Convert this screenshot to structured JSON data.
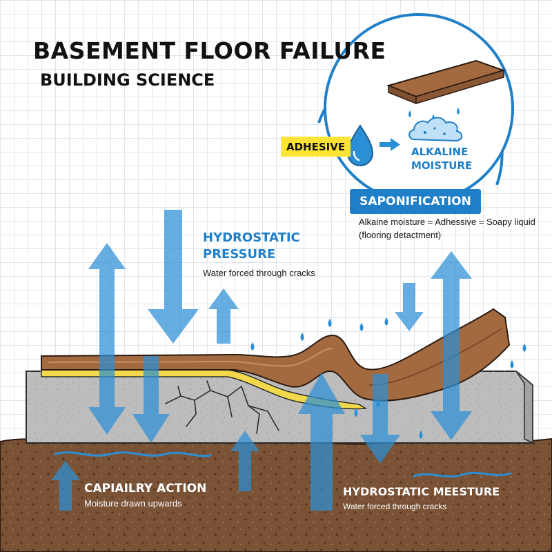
{
  "title": "BASEMENT FLOOR FAILURE",
  "subtitle": "BUILDING SCIENCE",
  "hydrostatic_pressure": {
    "title_line1": "HYDROSTATIC",
    "title_line2": "PRESSURE",
    "note": "Water forced through cracks"
  },
  "inset": {
    "adhesive_label": "ADHESIVE",
    "alkaline_line1": "ALKALINE",
    "alkaline_line2": "MOISTURE",
    "saponification_label": "SAPONIFICATION",
    "note_line1": "Alkaine moisture = Adhessive = Soapy liquid",
    "note_line2": "(flooring detactment)"
  },
  "capillary_action": {
    "title": "CAPIAILRY ACTION",
    "note": "Moisture drawn upwards"
  },
  "hydrostatic_moisture": {
    "title": "HYDROSTATIC MEESTURE",
    "note": "Water forced through cracks"
  },
  "colors": {
    "water_blue": "#1f7fc8",
    "arrow_blue": "#2b8fd6",
    "soil_brown": "#7a5236",
    "concrete_gray": "#b9b9b9",
    "wood_brown": "#a36a40",
    "adhesive_yellow": "#f2d84a",
    "tag_yellow": "#ffe436"
  },
  "icons": [
    "water-drop-icon",
    "arrow-right-icon",
    "moisture-cloud-icon"
  ]
}
